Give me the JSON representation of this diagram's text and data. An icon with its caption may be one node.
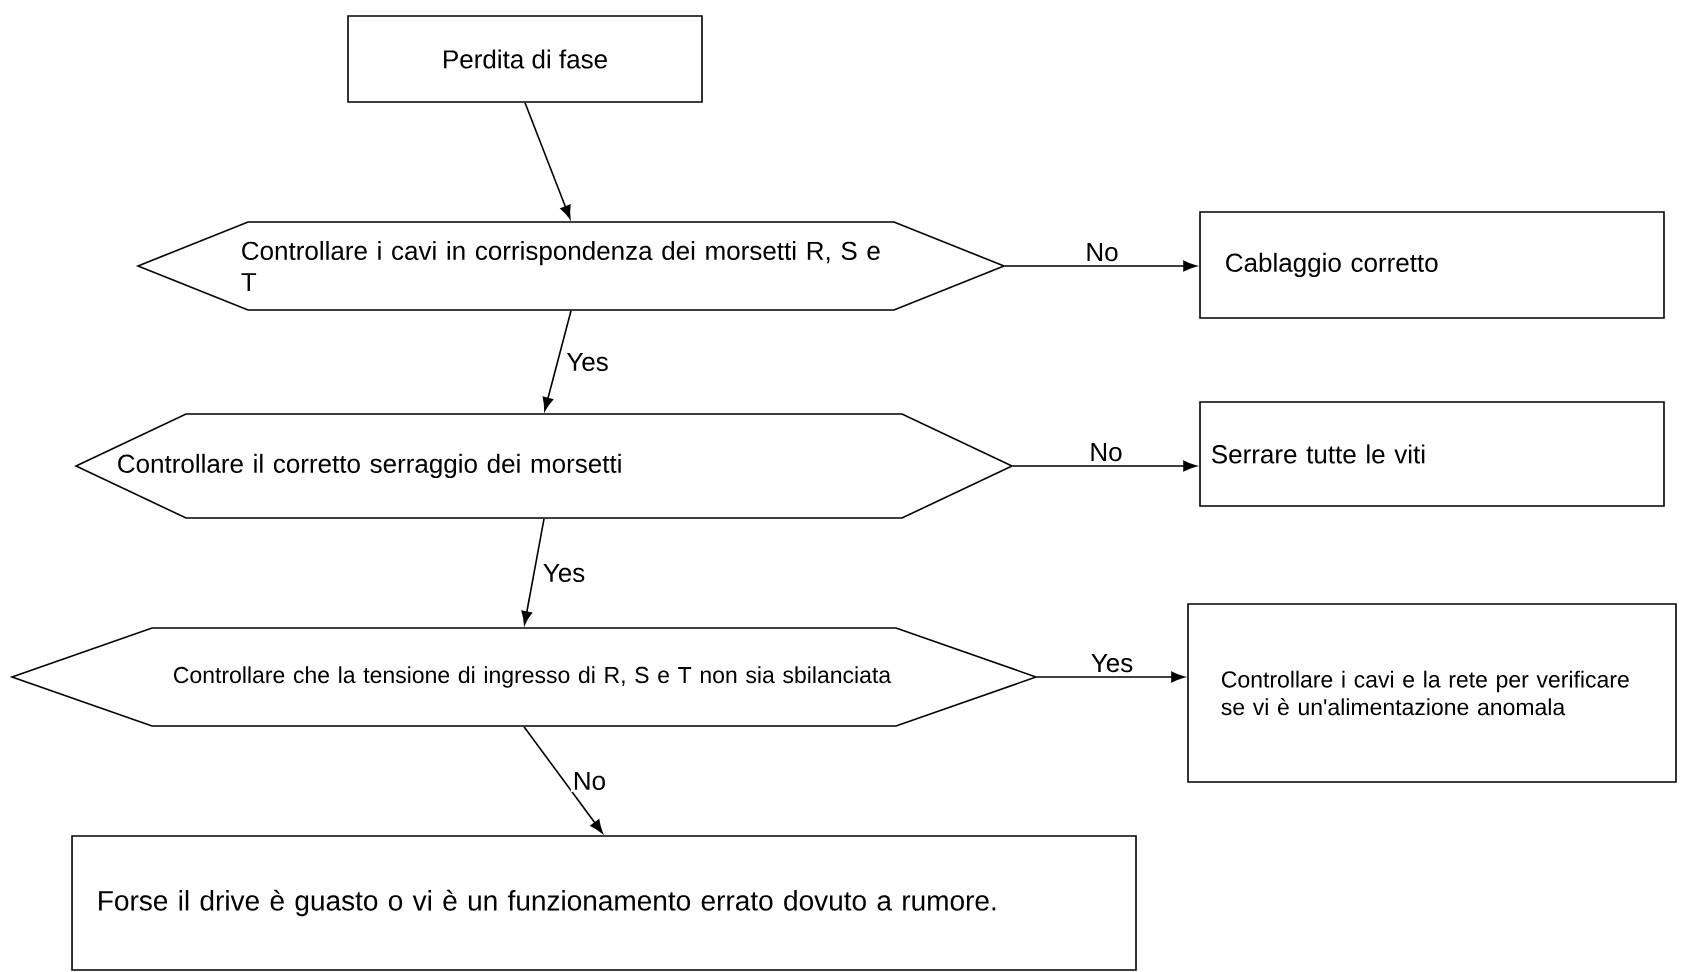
{
  "diagram": {
    "nodes": [
      {
        "text": [
          "Perdita di fase"
        ]
      },
      {
        "text": [
          "Controllare i cavi in corrispondenza dei morsetti R, S e T"
        ]
      },
      {
        "text": [
          "Cablaggio corretto"
        ]
      },
      {
        "text": [
          "Controllare il corretto serraggio dei morsetti"
        ]
      },
      {
        "text": [
          "Serrare tutte le viti"
        ]
      },
      {
        "text": [
          "Controllare che la tensione di ingresso di R, S e T non sia sbilanciata"
        ]
      },
      {
        "text": [
          "Controllare i cavi e la rete per verificare se vi è un'alimentazione anomala"
        ]
      },
      {
        "text": [
          "Forse il drive è guasto o vi è un funzionamento errato dovuto a rumore."
        ]
      }
    ],
    "edges": [
      {
        "from": 0,
        "to": 1,
        "arrow": "to"
      },
      {
        "from": 1,
        "to": 2,
        "arrow": "to",
        "label": "No"
      },
      {
        "from": 1,
        "to": 3,
        "arrow": "to",
        "label": "Yes"
      },
      {
        "from": 3,
        "to": 4,
        "arrow": "to",
        "label": "No"
      },
      {
        "from": 3,
        "to": 5,
        "arrow": "to",
        "label": "Yes"
      },
      {
        "from": 5,
        "to": 6,
        "arrow": "to",
        "label": "Yes"
      },
      {
        "from": 5,
        "to": 7,
        "arrow": "to",
        "label": "No"
      }
    ]
  }
}
